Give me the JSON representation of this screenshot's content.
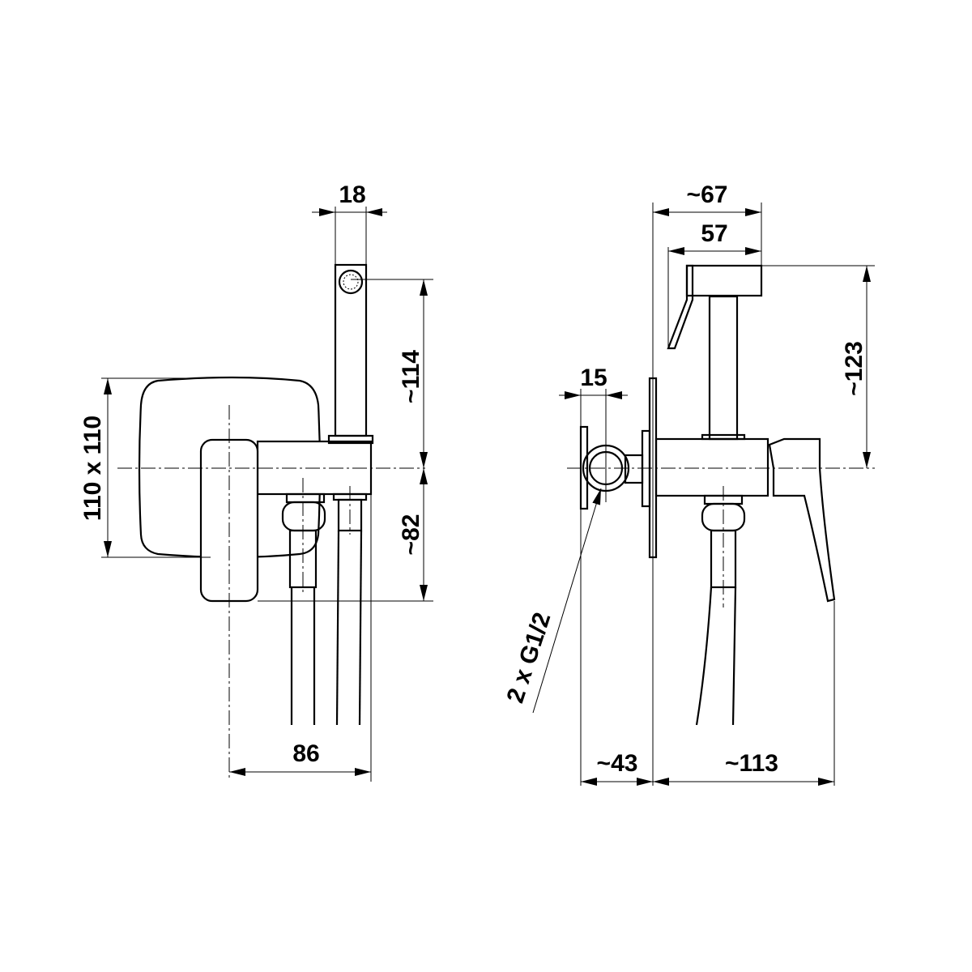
{
  "title": "Concealed bidet mixer with hand shower - dimension drawing",
  "dimensions": {
    "shower_width": "18",
    "shower_height": "~114",
    "below_axis": "~82",
    "plate_size": "110 x 110",
    "front_width": "86",
    "side_total_width": "~67",
    "head_length": "57",
    "side_height": "~123",
    "connection_offset": "15",
    "connection": "2 x G1/2",
    "wall_depth": "~43",
    "projection": "~113"
  }
}
